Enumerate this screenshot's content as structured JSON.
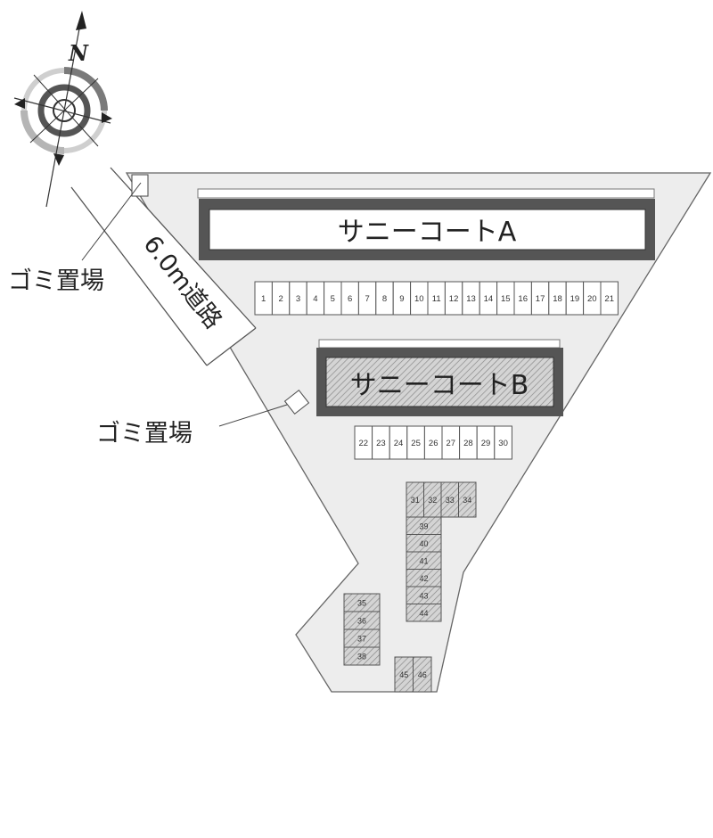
{
  "compass": {
    "north_label": "N"
  },
  "road": {
    "label": "6.0m道路"
  },
  "buildings": [
    {
      "name": "サニーコートA"
    },
    {
      "name": "サニーコートB"
    }
  ],
  "garbage_labels": [
    "ゴミ置場",
    "ゴミ置場"
  ],
  "parking": {
    "row_a": [
      "1",
      "2",
      "3",
      "4",
      "5",
      "6",
      "7",
      "8",
      "9",
      "10",
      "11",
      "12",
      "13",
      "14",
      "15",
      "16",
      "17",
      "18",
      "19",
      "20",
      "21"
    ],
    "row_b": [
      "22",
      "23",
      "24",
      "25",
      "26",
      "27",
      "28",
      "29",
      "30"
    ],
    "top_row": [
      "31",
      "32",
      "33",
      "34"
    ],
    "col_right": [
      "39",
      "40",
      "41",
      "42",
      "43",
      "44"
    ],
    "col_left": [
      "35",
      "36",
      "37",
      "38"
    ],
    "bottom": [
      "45",
      "46"
    ]
  }
}
